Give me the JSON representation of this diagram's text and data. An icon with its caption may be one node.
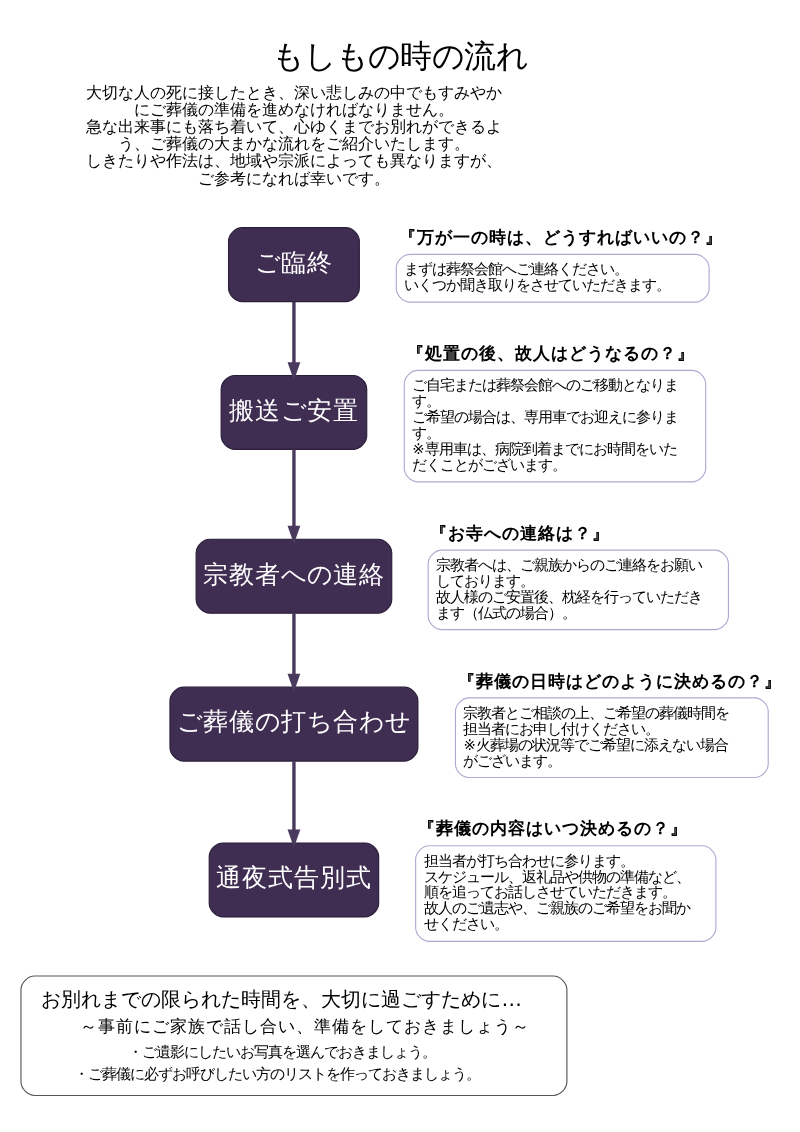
{
  "diagram": {
    "title": "もしもの時の流れ",
    "nodes": [
      {
        "text": [
          "ご臨終"
        ]
      },
      {
        "text": [
          "『万が一の時は、どうすればいいの？』",
          "まずは葬祭会館へご連絡ください。いくつか聞き取りをさせていただきます。"
        ]
      },
      {
        "text": [
          "搬送ご安置"
        ]
      },
      {
        "text": [
          "『処置の後、故人はどうなるの？』",
          "ご自宅または葬祭会館へのご移動となります。ご希望の場合は、専用車でお迎えに参ります。※専用車は、病院到着までにお時間をいただくことがございます。"
        ]
      },
      {
        "text": [
          "宗教者への連絡"
        ]
      },
      {
        "text": [
          "『お寺への連絡は？』",
          "宗教者へは、ご親族からのご連絡をお願いしております。故人様のご安置後、枕経を行っていただきます（仏式の場合）。"
        ]
      },
      {
        "text": [
          "ご葬儀の打ち合わせ"
        ]
      },
      {
        "text": [
          "『葬儀の日時はどのように決めるの？』",
          "宗教者とご相談の上、ご希望の葬儀時間を担当者にお申し付けください。※火葬場の状況等でご希望に添えない場合がございます。"
        ]
      },
      {
        "text": [
          "通夜式告別式"
        ]
      },
      {
        "text": [
          "『葬儀の内容はいつ決めるの？』",
          "担当者が打ち合わせに参ります。スケジュール、返礼品や供物の準備など、順を追ってお話しさせていただきます。故人のご遺志や、ご親族のご希望をお聞かせください。"
        ]
      },
      {
        "text": [
          "お別れまでの限られた時間を、大切に過ごすために…",
          "～事前にご家族で話し合い、準備をしておきましょう～",
          "・ご遺影にしたいお写真を選んでおきましょう。",
          "・ご葬儀に必ずお呼びしたい方のリストを作っておきましょう。"
        ]
      }
    ],
    "edges": [
      {
        "from": 0,
        "to": 2,
        "arrow": "to"
      },
      {
        "from": 2,
        "to": 4,
        "arrow": "to"
      },
      {
        "from": 4,
        "to": 6,
        "arrow": "to"
      },
      {
        "from": 6,
        "to": 8,
        "arrow": "to"
      }
    ],
    "labels": [
      "大切な人の死に接したとき、深い悲しみの中でもすみやかにご葬儀の準備を進めなければなりません。急な出来事にも落ち着いて、心ゆくまでお別れができるよう、ご葬儀の大まかな流れをご紹介いたします。しきたりや作法は、地域や宗派によっても異なりますが、ご参考になれば幸いです。"
    ]
  }
}
